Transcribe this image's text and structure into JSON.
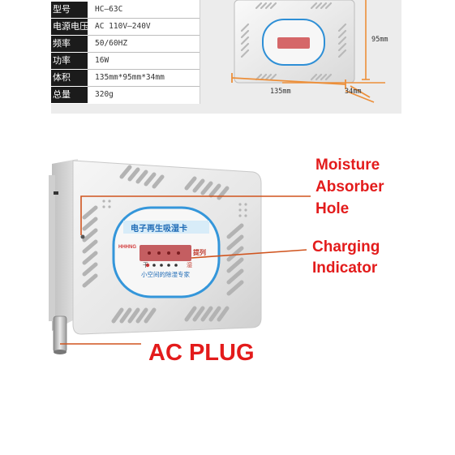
{
  "specs": [
    {
      "key": "型号",
      "value": "HC—63C"
    },
    {
      "key": "电源电压",
      "value": "AC  110V—240V"
    },
    {
      "key": "频率",
      "value": "50/60HZ"
    },
    {
      "key": "功率",
      "value": "16W"
    },
    {
      "key": "体积",
      "value": "135mm*95mm*34mm"
    },
    {
      "key": "总量",
      "value": "320g"
    }
  ],
  "dimensions": {
    "width": "135mm",
    "height": "95mm",
    "depth": "34mm"
  },
  "device": {
    "title": "电子再生吸湿卡",
    "brand_mark": "HHHNG",
    "indicator_label": "提列",
    "scale_dry": "干",
    "scale_wet": "湿",
    "slogan": "小空间的除湿专家"
  },
  "callouts": {
    "moisture_line1": "Moisture",
    "moisture_line2": "Absorber",
    "moisture_line3": "Hole",
    "charging_line1": "Charging",
    "charging_line2": "Indicator",
    "plug": "AC PLUG"
  },
  "colors": {
    "accent_red": "#e31b1b",
    "dimension_orange": "#ec8f3a",
    "device_body": "#ececec",
    "label_blue": "#1f6bb6"
  }
}
